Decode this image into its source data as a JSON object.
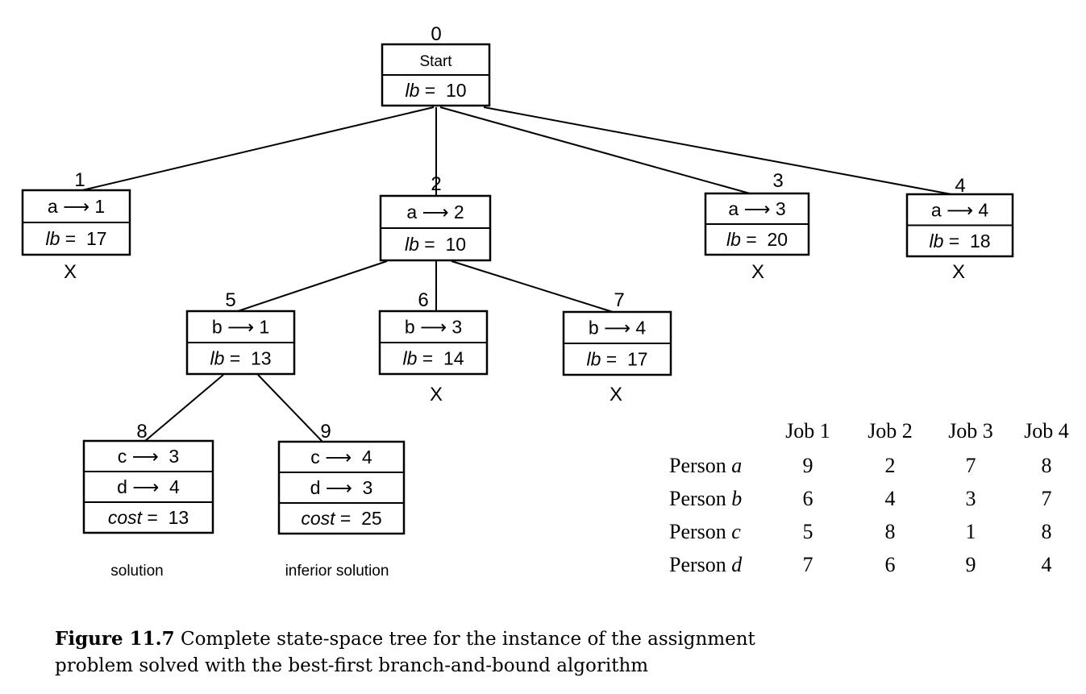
{
  "figure": {
    "label": "Figure 11.7",
    "caption_line1": "Complete state-space tree for the instance of the assignment",
    "caption_line2": "problem solved with the best-first branch-and-bound algorithm"
  },
  "tree": {
    "nodes": [
      {
        "id": "0",
        "number": "0",
        "lines": [
          {
            "label": "Start"
          },
          {
            "prefix": "lb",
            "rest": " =  10"
          }
        ],
        "mark": ""
      },
      {
        "id": "1",
        "number": "1",
        "lines": [
          {
            "label": "a ⟶ 1"
          },
          {
            "prefix": "lb",
            "rest": " =  17"
          }
        ],
        "mark": "X"
      },
      {
        "id": "2",
        "number": "2",
        "lines": [
          {
            "label": "a ⟶ 2"
          },
          {
            "prefix": "lb",
            "rest": " =  10"
          }
        ],
        "mark": ""
      },
      {
        "id": "3",
        "number": "3",
        "lines": [
          {
            "label": "a ⟶ 3"
          },
          {
            "prefix": "lb",
            "rest": " =  20"
          }
        ],
        "mark": "X"
      },
      {
        "id": "4",
        "number": "4",
        "lines": [
          {
            "label": "a ⟶ 4"
          },
          {
            "prefix": "lb",
            "rest": " =  18"
          }
        ],
        "mark": "X"
      },
      {
        "id": "5",
        "number": "5",
        "lines": [
          {
            "label": "b ⟶ 1"
          },
          {
            "prefix": "lb",
            "rest": " =  13"
          }
        ],
        "mark": ""
      },
      {
        "id": "6",
        "number": "6",
        "lines": [
          {
            "label": "b ⟶ 3"
          },
          {
            "prefix": "lb",
            "rest": " =  14"
          }
        ],
        "mark": "X"
      },
      {
        "id": "7",
        "number": "7",
        "lines": [
          {
            "label": "b ⟶ 4"
          },
          {
            "prefix": "lb",
            "rest": " =  17"
          }
        ],
        "mark": "X"
      },
      {
        "id": "8",
        "number": "8",
        "lines": [
          {
            "label": "c ⟶  3"
          },
          {
            "label": "d ⟶  4"
          },
          {
            "prefix": "cost",
            "rest": " =  13"
          }
        ],
        "mark": "solution"
      },
      {
        "id": "9",
        "number": "9",
        "lines": [
          {
            "label": "c ⟶  4"
          },
          {
            "label": "d ⟶  3"
          },
          {
            "prefix": "cost",
            "rest": " =  25"
          }
        ],
        "mark": "inferior solution"
      }
    ],
    "edges": [
      {
        "from": "0",
        "to": "1"
      },
      {
        "from": "0",
        "to": "2"
      },
      {
        "from": "0",
        "to": "3"
      },
      {
        "from": "0",
        "to": "4"
      },
      {
        "from": "2",
        "to": "5"
      },
      {
        "from": "2",
        "to": "6"
      },
      {
        "from": "2",
        "to": "7"
      },
      {
        "from": "5",
        "to": "8"
      },
      {
        "from": "5",
        "to": "9"
      }
    ]
  },
  "cost_table": {
    "columns": [
      "Job 1",
      "Job 2",
      "Job 3",
      "Job 4"
    ],
    "rows": [
      {
        "label": "Person ",
        "person": "a",
        "values": [
          "9",
          "2",
          "7",
          "8"
        ]
      },
      {
        "label": "Person ",
        "person": "b",
        "values": [
          "6",
          "4",
          "3",
          "7"
        ]
      },
      {
        "label": "Person ",
        "person": "c",
        "values": [
          "5",
          "8",
          "1",
          "8"
        ]
      },
      {
        "label": "Person ",
        "person": "d",
        "values": [
          "7",
          "6",
          "9",
          "4"
        ]
      }
    ]
  }
}
